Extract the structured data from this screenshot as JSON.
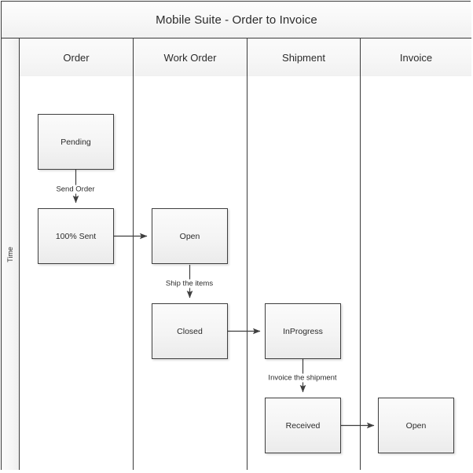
{
  "window": {
    "title": "Mobile Suite - Order to Invoice"
  },
  "axis": {
    "time_label": "Time"
  },
  "lanes": [
    {
      "id": "order",
      "label": "Order"
    },
    {
      "id": "work-order",
      "label": "Work Order"
    },
    {
      "id": "shipment",
      "label": "Shipment"
    },
    {
      "id": "invoice",
      "label": "Invoice"
    }
  ],
  "nodes": [
    {
      "id": "order-pending",
      "lane": "order",
      "label": "Pending"
    },
    {
      "id": "order-sent",
      "lane": "order",
      "label": "100% Sent"
    },
    {
      "id": "workorder-open",
      "lane": "work-order",
      "label": "Open"
    },
    {
      "id": "workorder-closed",
      "lane": "work-order",
      "label": "Closed"
    },
    {
      "id": "shipment-inprogress",
      "lane": "shipment",
      "label": "InProgress"
    },
    {
      "id": "shipment-received",
      "lane": "shipment",
      "label": "Received"
    },
    {
      "id": "invoice-open",
      "lane": "invoice",
      "label": "Open"
    }
  ],
  "edges": [
    {
      "id": "e1",
      "from": "order-pending",
      "to": "order-sent",
      "label": "Send Order",
      "direction": "vertical"
    },
    {
      "id": "e2",
      "from": "order-sent",
      "to": "workorder-open",
      "label": "",
      "direction": "horizontal"
    },
    {
      "id": "e3",
      "from": "workorder-open",
      "to": "workorder-closed",
      "label": "Ship the items",
      "direction": "vertical"
    },
    {
      "id": "e4",
      "from": "workorder-closed",
      "to": "shipment-inprogress",
      "label": "",
      "direction": "horizontal"
    },
    {
      "id": "e5",
      "from": "shipment-inprogress",
      "to": "shipment-received",
      "label": "Invoice the shipment",
      "direction": "vertical"
    },
    {
      "id": "e6",
      "from": "shipment-received",
      "to": "invoice-open",
      "label": "",
      "direction": "horizontal"
    }
  ],
  "colors": {
    "border": "#3a3a3a",
    "node_border": "#3f3f3f",
    "text": "#2b2b2b",
    "lane_header_bg": "#f6f6f6",
    "canvas_bg": "#ffffff",
    "connector": "#3f3f3f"
  }
}
